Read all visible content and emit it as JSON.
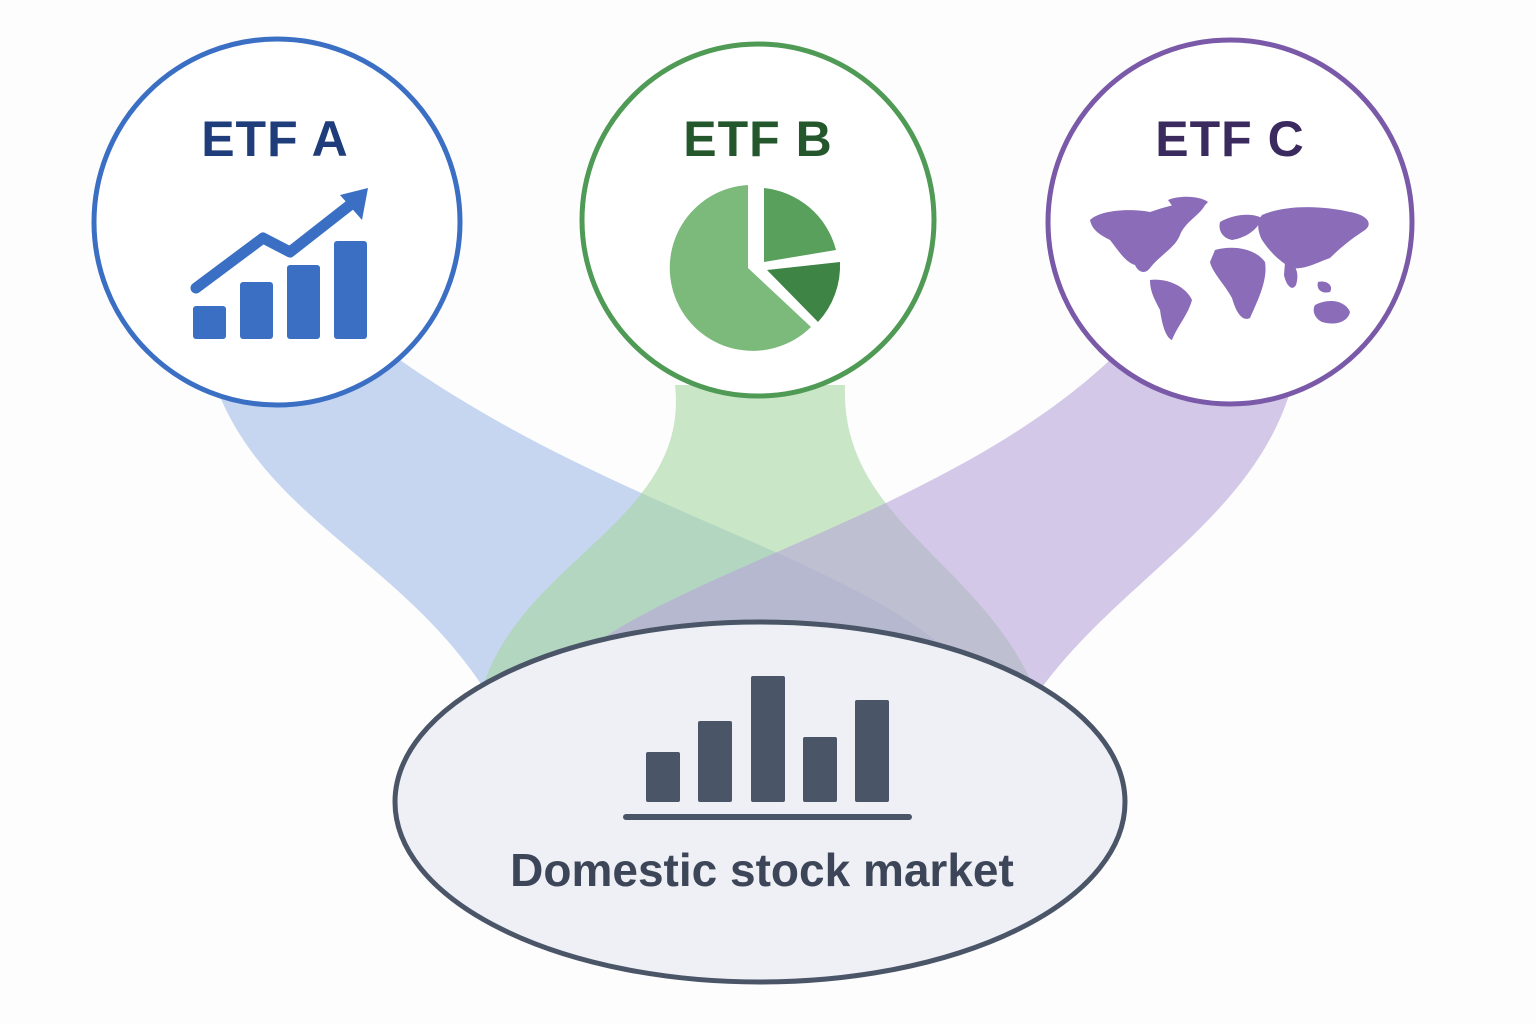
{
  "nodes": [
    {
      "id": "etf-a",
      "label": "ETF A",
      "icon": "growth-chart-icon",
      "color": "#3a6fc4",
      "text_color": "#1f3d7a",
      "flow_color": "#9bb8e6"
    },
    {
      "id": "etf-b",
      "label": "ETF B",
      "icon": "pie-chart-icon",
      "color": "#4f9a54",
      "text_color": "#24572c",
      "flow_color": "#a9d8a4"
    },
    {
      "id": "etf-c",
      "label": "ETF C",
      "icon": "world-map-icon",
      "color": "#7a5aa8",
      "text_color": "#3a2a5e",
      "flow_color": "#b9a6d9"
    }
  ],
  "target": {
    "label": "Domestic stock market",
    "icon": "bar-chart-icon",
    "color": "#4b5568",
    "fill": "#eef0f5"
  },
  "flows": [
    {
      "from": "etf-a",
      "to": "target"
    },
    {
      "from": "etf-b",
      "to": "target"
    },
    {
      "from": "etf-c",
      "to": "target"
    }
  ]
}
